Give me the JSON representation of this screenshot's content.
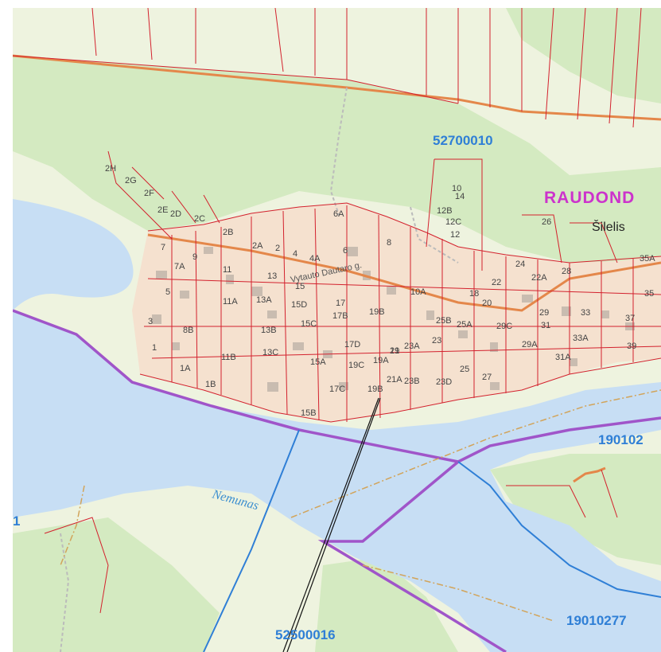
{
  "map": {
    "place_name": "RAUDOND",
    "place_name_color": "#cc33cc",
    "locality": "Šilelis",
    "river": "Nemunas",
    "street": "Vytauto Dautaro g.",
    "cadastral_codes": [
      "52700010",
      "190102",
      "19010277",
      "52500016",
      "1"
    ],
    "code_color": "#2f7fd6",
    "parcel_labels": [
      "2H",
      "2G",
      "2F",
      "2E",
      "2D",
      "2C",
      "2B",
      "2A",
      "2",
      "4",
      "4A",
      "6A",
      "6",
      "8",
      "10",
      "12",
      "12B",
      "12C",
      "14",
      "26",
      "24",
      "22",
      "22A",
      "28",
      "35A",
      "35",
      "7",
      "7A",
      "9",
      "5",
      "3",
      "1",
      "1A",
      "1B",
      "8B",
      "11",
      "11A",
      "11B",
      "13",
      "13A",
      "13B",
      "13C",
      "15",
      "15D",
      "15C",
      "15A",
      "15B",
      "17",
      "17B",
      "17C",
      "17D",
      "19",
      "19A",
      "19B",
      "19C",
      "10A",
      "18",
      "20",
      "21",
      "21A",
      "23",
      "23A",
      "23B",
      "23D",
      "25",
      "25A",
      "25B",
      "27",
      "29",
      "29A",
      "29C",
      "31",
      "31A",
      "33",
      "33A",
      "37",
      "39",
      "19B"
    ],
    "colors": {
      "water": "#c7def4",
      "forest": "#d4eac1",
      "meadow": "#eef3df",
      "settlement": "#f5e1cf",
      "building": "#c9bcb0",
      "parcel_line": "#d3212d",
      "admin_boundary": "#a055c9",
      "road": "#e4874a"
    }
  }
}
